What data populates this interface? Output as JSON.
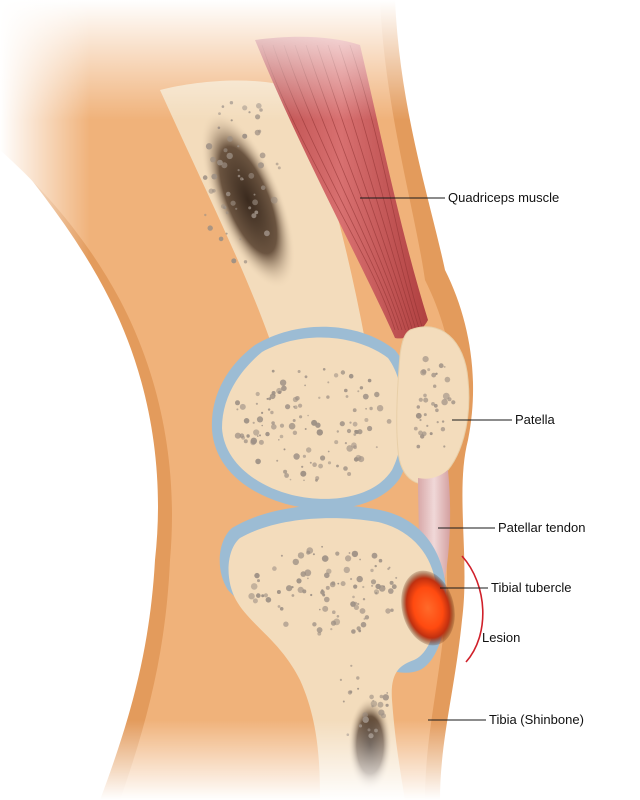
{
  "labels": {
    "quadriceps": "Quadriceps muscle",
    "patella": "Patella",
    "patellar_tendon": "Patellar tendon",
    "tibial_tubercle": "Tibial tubercle",
    "lesion": "Lesion",
    "tibia": "Tibia (Shinbone)"
  },
  "colors": {
    "skin": "#f0b27a",
    "skin_shadow": "#e39b5c",
    "bone": "#f3dcbc",
    "bone_pores": "#9c8f84",
    "marrow": "#4a3a2c",
    "cartilage": "#9cbcd4",
    "muscle": "#c25a5a",
    "tendon": "#e6c2c2",
    "lesion": "#ff5a1a",
    "lesion_marker": "#d0202a"
  }
}
